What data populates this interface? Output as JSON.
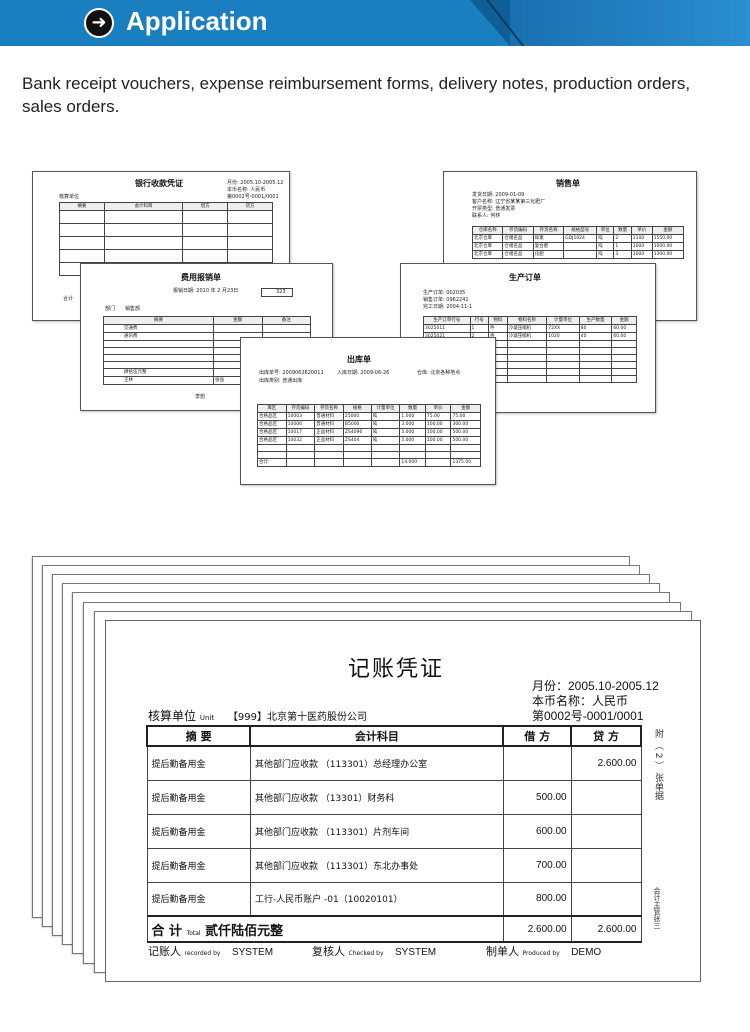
{
  "banner": {
    "title": "Application"
  },
  "description": "Bank receipt vouchers, expense reimbursement forms, delivery notes, production orders, sales orders.",
  "bank_receipt": {
    "title": "银行收款凭证",
    "date": "月份: 2005.10-2005.12",
    "currency": "本币名称: 人民币",
    "number": "第0002号-0001/0001",
    "unit_label": "核算单位",
    "headers": [
      "摘要",
      "会计科目",
      "借方",
      "贷方"
    ],
    "footer": "合计"
  },
  "expense_form": {
    "title": "费用报销单",
    "date": "报销日期: 2010 年 2 月23日",
    "code": "323",
    "dept_label": "部门",
    "dept_value": "销售部",
    "headers": [
      "摘要",
      "金额",
      "备注"
    ],
    "rows": [
      "交通费",
      "通讯费"
    ],
    "amount_words": "肆拾伍元整",
    "applicant": "王林",
    "approver": "张強",
    "accountant": "李想"
  },
  "sales_order": {
    "title": "销售单",
    "lines": [
      "发货日期: 2009-01-09",
      "客户名称: 辽宁省某某第三化肥厂",
      "开票类型: 普通发票",
      "联系人: 何林"
    ],
    "headers": [
      "仓库名称",
      "存货编码",
      "存货名称",
      "规格型号",
      "单位",
      "数量",
      "单价",
      "金额"
    ],
    "rows": [
      [
        "北京仓库",
        "仓储名品",
        "尿素",
        "GDJ1024",
        "吨",
        "2",
        "1100",
        "1550.00"
      ],
      [
        "北京仓库",
        "仓储名品",
        "复合肥",
        "",
        "吨",
        "1",
        "1000",
        "1000.00"
      ],
      [
        "北京仓库",
        "仓储名品",
        "化肥",
        "",
        "吨",
        "3",
        "1000",
        "1300.00"
      ]
    ]
  },
  "production_order": {
    "title": "生产订单",
    "lines": [
      "生产订单: 002035",
      "销售订单: 0962241",
      "完工日期: 2004-11-1"
    ],
    "headers": [
      "生产订单行号",
      "行号",
      "物料",
      "物料名称",
      "计量单位",
      "生产数量",
      "金额"
    ],
    "rows": [
      [
        "3025011",
        "1",
        "件",
        "冷凝压缩机",
        "72XX",
        "80",
        "60.00"
      ],
      [
        "3025021",
        "2",
        "件",
        "冷凝压缩机",
        "1020",
        "40",
        "60.00"
      ]
    ]
  },
  "delivery_note": {
    "title": "出库单",
    "lines": [
      "出库单号: 2009062620011",
      "入库日期: 2009-06-26",
      "出库类别: 普通出库",
      "仓库: 北京各种地点"
    ],
    "headers": [
      "库区",
      "存货编码",
      "存货名称",
      "规格",
      "计量单位",
      "数量",
      "单价",
      "金额"
    ],
    "rows": [
      [
        "合格品区",
        "10003",
        "普通材料",
        "25000",
        "吨",
        "1.000",
        "75.00",
        "75.00"
      ],
      [
        "合格品区",
        "10006",
        "普通材料",
        "B5000",
        "吨",
        "3.000",
        "100.00",
        "300.00"
      ],
      [
        "合格品区",
        "10017",
        "正品材料",
        "ZS4096",
        "吨",
        "5.000",
        "100.00",
        "500.00"
      ],
      [
        "合格品区",
        "10032",
        "正品材料",
        "ZS404",
        "吨",
        "5.000",
        "100.00",
        "500.00"
      ]
    ],
    "total_label": "合计:",
    "total_qty": "14.000",
    "total_amount": "1375.00"
  },
  "voucher": {
    "title": "记账凭证",
    "month": "月份：2005.10-2005.12",
    "currency": "本币名称：人民币",
    "number": "第0002号-0001/0001",
    "unit_label": "核算单位",
    "unit_label_en": "Unit",
    "unit_value": "【999】北京第十医药股份公司",
    "headers": [
      "摘 要",
      "会计科目",
      "借 方",
      "贷 方"
    ],
    "rows": [
      {
        "summary": "提后勤备用金",
        "account": "其他部门应收款 （113301）总经理办公室",
        "debit": "",
        "credit": "2.600.00"
      },
      {
        "summary": "提后勤备用金",
        "account": "其他部门应收款 （13301）财务科",
        "debit": "500.00",
        "credit": ""
      },
      {
        "summary": "提后勤备用金",
        "account": "其他部门应收款 （113301）片剂车间",
        "debit": "600.00",
        "credit": ""
      },
      {
        "summary": "提后勤备用金",
        "account": "其他部门应收款 （113301）东北办事处",
        "debit": "700.00",
        "credit": ""
      },
      {
        "summary": "提后勤备用金",
        "account": "工行-人民币账户 -01（10020101）",
        "debit": "800.00",
        "credit": ""
      }
    ],
    "total_label": "合 计",
    "total_label_en": "Total",
    "total_words": "贰仟陆佰元整",
    "total_debit": "2.600.00",
    "total_credit": "2.600.00",
    "side_top": "附 （ 2 ） 张单据",
    "side_bottom": "会计主管张三",
    "recorded_label": "记账人",
    "recorded_label_en": "recorded by",
    "recorded_value": "SYSTEM",
    "checked_label": "复核人",
    "checked_label_en": "Checked by",
    "checked_value": "SYSTEM",
    "produced_label": "制单人",
    "produced_label_en": "Produced by",
    "produced_value": "DEMO"
  }
}
